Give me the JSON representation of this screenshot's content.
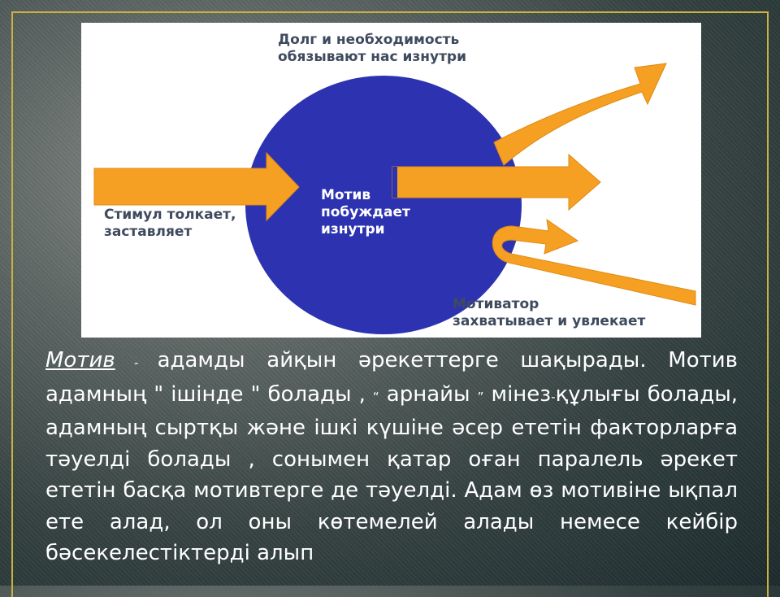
{
  "diagram": {
    "label_top_line1": "Долг и необходимость",
    "label_top_line2": "обязывают нас изнутри",
    "label_left_line1": "Стимул толкает,",
    "label_left_line2": "заставляет",
    "label_center_line1": "Мотив",
    "label_center_line2": "побуждает",
    "label_center_line3": "изнутри",
    "label_bottom_line1": "Мотиватор",
    "label_bottom_line2": "захватывает и увлекает",
    "colors": {
      "circle": "#2d33b0",
      "arrow": "#f5a023",
      "arrow_edge": "#e08a14"
    }
  },
  "text": {
    "term": "Мотив",
    "dash": " - ",
    "seg1": " адамды айқын әрекеттерге шақырады. Мотив адамның \" ішінде \" болады , ",
    "quote_open": "“",
    "seg2": " арнайы ",
    "quote_close": "”",
    "seg3": " мінез",
    "hyphen": "-",
    "seg4": "құлығы болады, адамның сыртқы және ішкі күшіне әсер ететін факторларға тәуелді болады , сонымен қатар оған паралель әрекет ететін басқа мотивтерге де тәуелді. Адам өз мотивіне ықпал ете алад, ол оны көтемелей алады немесе кейбір бәсекелестіктерді алып"
  }
}
